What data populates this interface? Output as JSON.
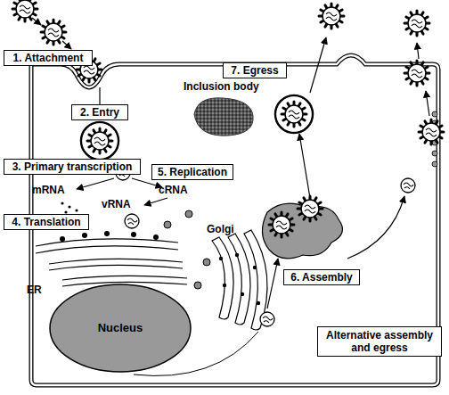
{
  "diagram": {
    "nodes": [
      {
        "text": [
          "1. Attachment"
        ]
      },
      {
        "text": [
          "2. Entry"
        ]
      },
      {
        "text": [
          "3. Primary transcription"
        ]
      },
      {
        "text": [
          "4. Translation"
        ]
      },
      {
        "text": [
          "5. Replication"
        ]
      },
      {
        "text": [
          "7. Egress"
        ]
      },
      {
        "text": [
          "Alternative assembly and egress"
        ]
      },
      {
        "text": [
          "6. Assembly"
        ]
      },
      {
        "text": [
          "Nucleus"
        ]
      }
    ],
    "labels": [
      "Inclusion body",
      "mRNA",
      "cRNA",
      "vRNA",
      "Golgi",
      "ER"
    ]
  }
}
